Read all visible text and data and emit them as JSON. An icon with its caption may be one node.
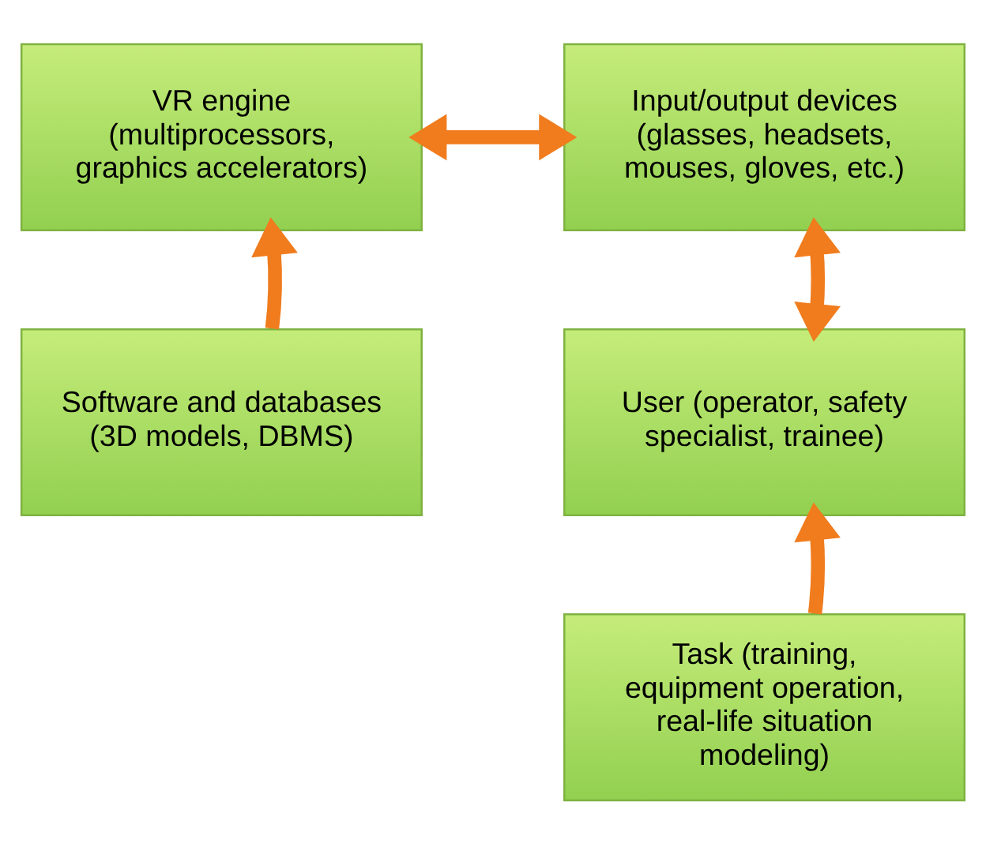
{
  "diagram": {
    "nodes": [
      {
        "text": [
          "VR engine (multiprocessors, graphics accelerators)"
        ]
      },
      {
        "text": [
          "Input/output devices (glasses, headsets, mouses, gloves, etc.)"
        ]
      },
      {
        "text": [
          "Software and databases (3D models, DBMS)"
        ]
      },
      {
        "text": [
          "User (operator, safety specialist, trainee)"
        ]
      },
      {
        "text": [
          "Task (training, equipment operation, real-life situation modeling)"
        ]
      }
    ],
    "edges": [
      {
        "from": 0,
        "to": 1,
        "arrow": "both"
      },
      {
        "from": 2,
        "to": 0,
        "arrow": "to"
      },
      {
        "from": 1,
        "to": 3,
        "arrow": "both"
      },
      {
        "from": 4,
        "to": 3,
        "arrow": "to"
      }
    ]
  }
}
